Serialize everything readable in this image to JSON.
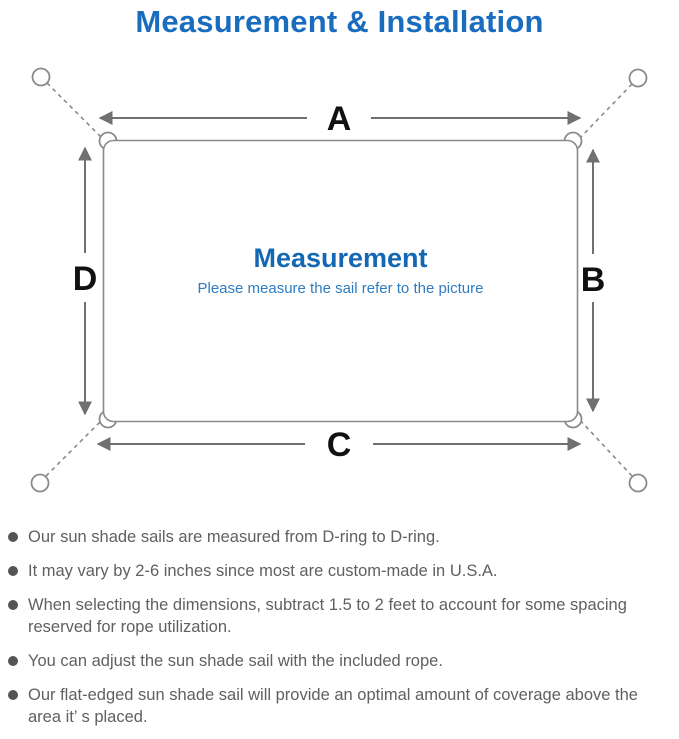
{
  "title": "Measurement & Installation",
  "diagram": {
    "dimension_labels": {
      "top": "A",
      "right": "B",
      "bottom": "C",
      "left": "D"
    },
    "center_title": "Measurement",
    "center_subtitle": "Please measure the sail refer to the picture"
  },
  "bullets": [
    "Our sun shade sails are measured from D-ring to D-ring.",
    "It may vary by 2-6 inches since most are custom-made in U.S.A.",
    "When selecting the dimensions, subtract 1.5 to 2 feet to account for some spacing reserved for rope utilization.",
    "You can adjust the sun shade sail with the included rope.",
    "Our flat-edged sun shade sail will provide an optimal amount of coverage above the area it’ s placed."
  ],
  "colors": {
    "title_blue": "#1a6cbe",
    "center_title_blue": "#1467b2",
    "center_subtitle_blue": "#2e7cc3",
    "line_gray": "#8a8a8a",
    "arrow_gray": "#707070",
    "label_black": "#111111",
    "body_text_gray": "#606060",
    "bullet_gray": "#555555"
  }
}
